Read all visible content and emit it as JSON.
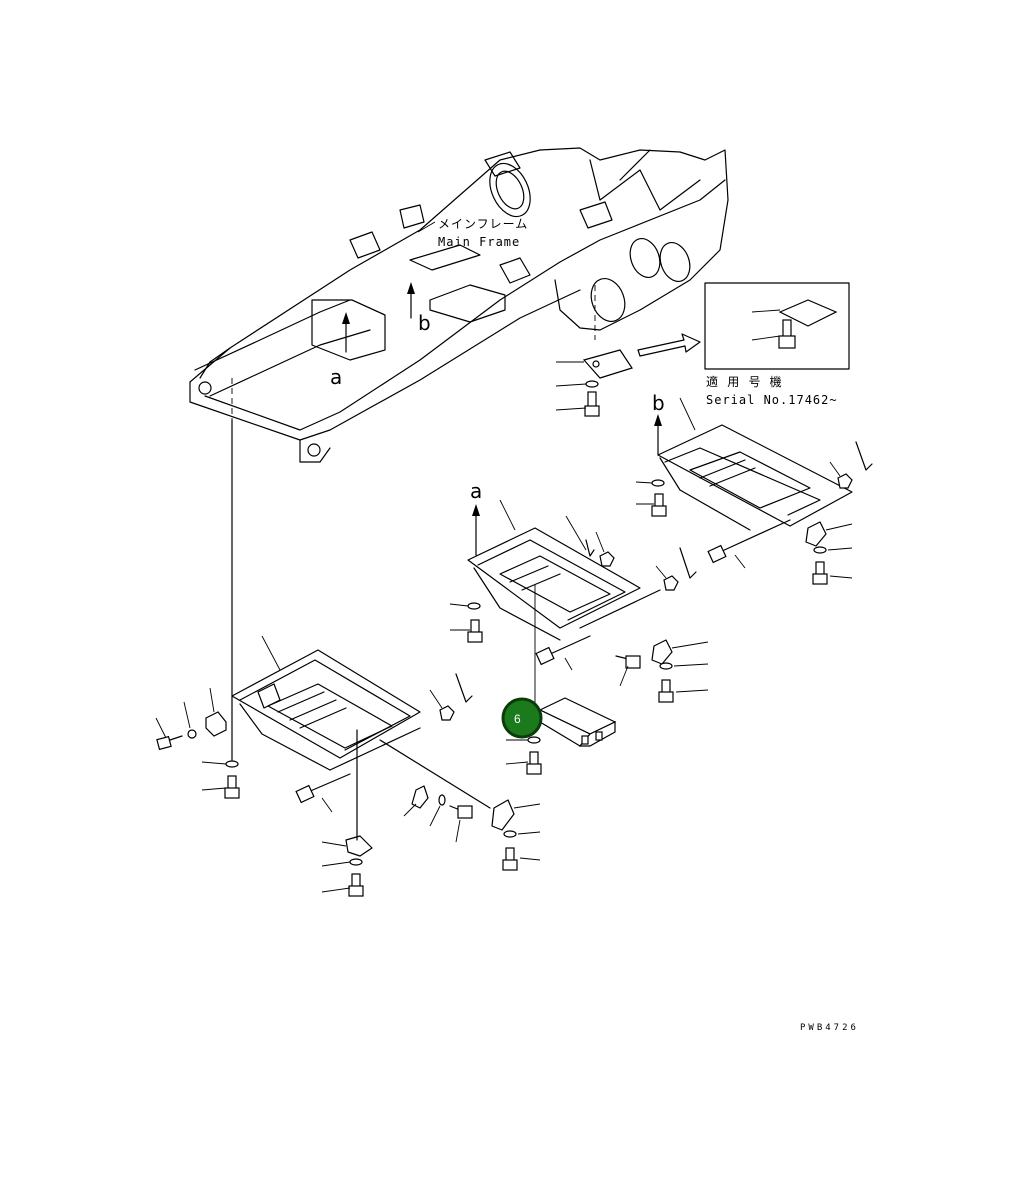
{
  "labels": {
    "main_frame_jp": "メインフレーム",
    "main_frame_en": "Main Frame",
    "applicable_jp": "適 用 号 機",
    "serial": "Serial No.17462~",
    "arrow_a": "a",
    "arrow_b": "b",
    "drawing_code": "PWB4726"
  },
  "callouts": [
    {
      "number": "6",
      "part": "controller-box"
    }
  ],
  "colors": {
    "line": "#000000",
    "background": "#ffffff",
    "badge_fill": "#1b7a1b",
    "badge_ring": "#0b3d0b"
  }
}
